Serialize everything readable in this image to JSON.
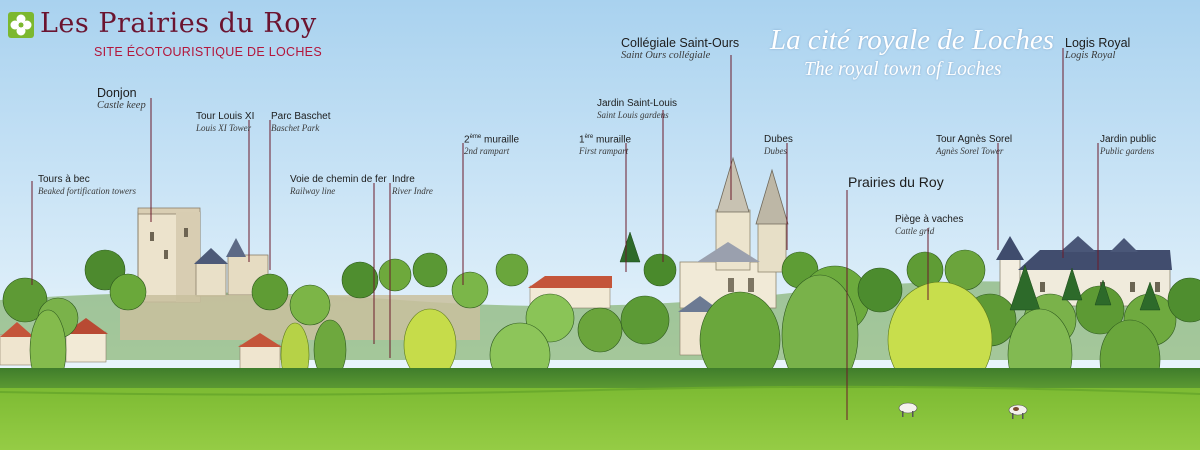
{
  "brand": {
    "title": "Les Prairies du Roy",
    "subtitle": "SITE ÉCOTOURISTIQUE DE LOCHES",
    "logo_icon": "clover-flower-icon",
    "colors": {
      "title": "#6b1430",
      "subtitle": "#b3163b",
      "logo": "#7cb82f"
    }
  },
  "headline": {
    "fr": "La cité royale de Loches",
    "en": "The royal town of Loches"
  },
  "labels": {
    "donjon": {
      "fr": "Donjon",
      "en": "Castle keep"
    },
    "tours_bec": {
      "fr": "Tours à bec",
      "en": "Beaked fortification towers"
    },
    "tour_louis": {
      "fr": "Tour Louis XI",
      "en": "Louis XI Tower"
    },
    "parc_baschet": {
      "fr": "Parc Baschet",
      "en": "Baschet Park"
    },
    "voie_fer": {
      "fr": "Voie de chemin de fer",
      "en": "Railway line"
    },
    "indre": {
      "fr": "Indre",
      "en": "River Indre"
    },
    "muraille2": {
      "fr_num": "2",
      "fr_sup": "ème",
      "fr_rest": " muraille",
      "en": "2nd rampart"
    },
    "muraille1": {
      "fr_num": "1",
      "fr_sup": "ère",
      "fr_rest": " muraille",
      "en": "First rampart"
    },
    "jardin_st_louis": {
      "fr": "Jardin Saint-Louis",
      "en": "Saint Louis gardens"
    },
    "collegiale": {
      "fr": "Collégiale Saint-Ours",
      "en": "Saint Ours collégiale"
    },
    "dubes": {
      "fr": "Dubes",
      "en": "Dubes"
    },
    "prairies": {
      "fr": "Prairies du Roy"
    },
    "piege": {
      "fr": "Piège à vaches",
      "en": "Cattle grid"
    },
    "agnes": {
      "fr": "Tour Agnès Sorel",
      "en": "Agnès Sorel Tower"
    },
    "logis": {
      "fr": "Logis Royal",
      "en": "Logis Royal"
    },
    "jardin_public": {
      "fr": "Jardin public",
      "en": "Public gardens"
    }
  },
  "colors": {
    "sky_top": "#a9d2ef",
    "sky_bottom": "#eef7fd",
    "meadow": "#8cc63f",
    "meadow_dark": "#5f9e2a",
    "leader": "#6b1a2a"
  }
}
